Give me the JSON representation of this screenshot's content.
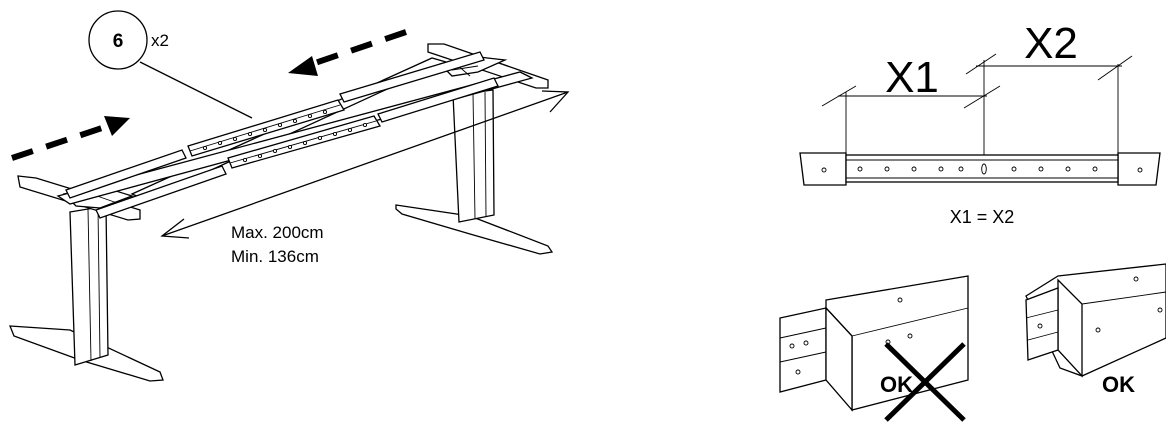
{
  "callout": {
    "number": "6",
    "quantity": "x2"
  },
  "length": {
    "max_label": "Max. 200cm",
    "min_label": "Min.  136cm"
  },
  "spacing": {
    "x1_label": "X1",
    "x2_label": "X2",
    "equation": "X1 = X2"
  },
  "joints": {
    "wrong_label": "OK",
    "right_label": "OK"
  }
}
